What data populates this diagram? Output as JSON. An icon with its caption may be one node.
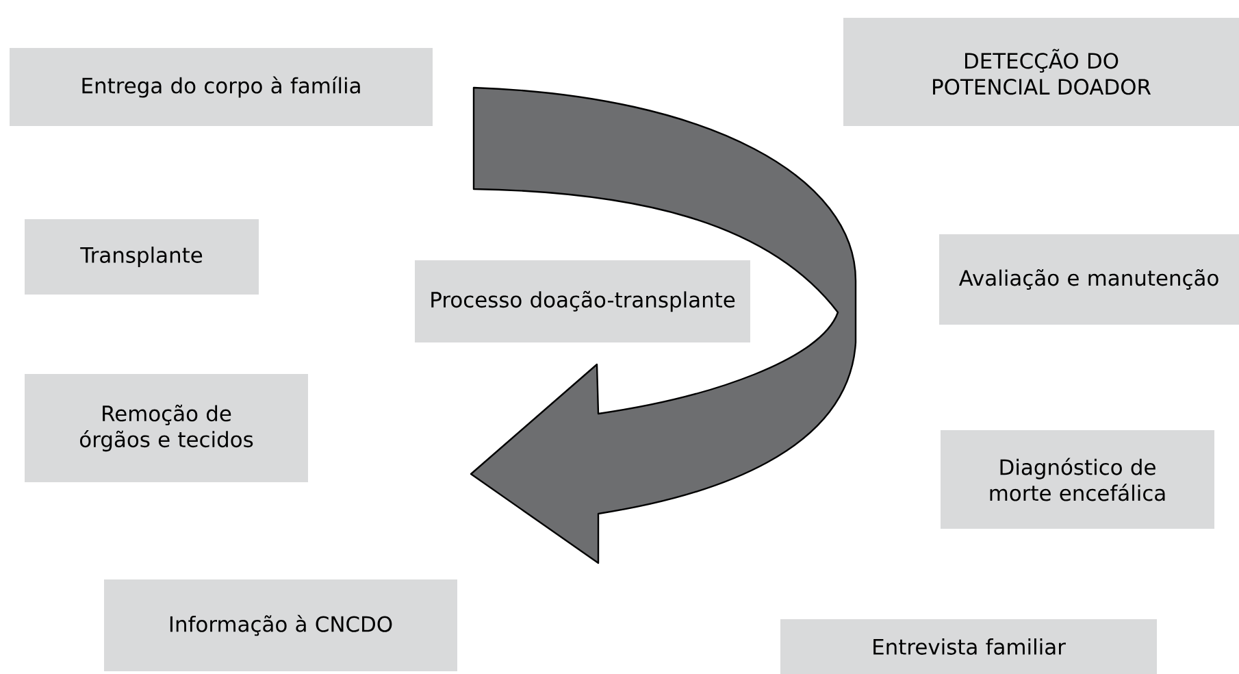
{
  "diagram": {
    "nodes": [
      {
        "text": [
          "DETECÇÃO DO POTENCIAL DOADOR"
        ]
      },
      {
        "text": [
          "Entrega do corpo à família"
        ]
      },
      {
        "text": [
          "Transplante"
        ]
      },
      {
        "text": [
          "Avaliação e manutenção"
        ]
      },
      {
        "text": [
          "Processo doação-transplante"
        ]
      },
      {
        "text": [
          "Remoção de órgãos e tecidos"
        ]
      },
      {
        "text": [
          "Diagnóstico de morte encefálica"
        ]
      },
      {
        "text": [
          "Informação à CNCDO"
        ]
      },
      {
        "text": [
          "Entrevista familiar"
        ]
      }
    ]
  }
}
